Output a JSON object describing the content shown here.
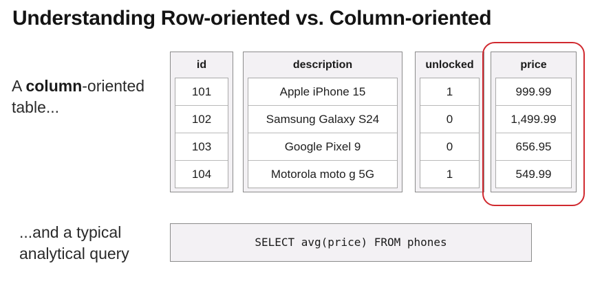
{
  "slide": {
    "title": "Understanding Row-oriented vs. Column-oriented",
    "lead": {
      "prefix": "A ",
      "bold": "column",
      "suffix": "-oriented",
      "line2": "table..."
    },
    "query_label": {
      "line1": "...and a typical",
      "line2": "analytical query"
    },
    "query": "SELECT avg(price) FROM phones",
    "highlight_color": "#d0282e",
    "highlighted_column": "price"
  },
  "table": {
    "columns": [
      {
        "header": "id",
        "values": [
          "101",
          "102",
          "103",
          "104"
        ]
      },
      {
        "header": "description",
        "values": [
          "Apple iPhone 15",
          "Samsung Galaxy S24",
          "Google Pixel 9",
          "Motorola moto g 5G"
        ]
      },
      {
        "header": "unlocked",
        "values": [
          "1",
          "0",
          "0",
          "1"
        ]
      },
      {
        "header": "price",
        "values": [
          "999.99",
          "1,499.99",
          "656.95",
          "549.99"
        ]
      }
    ]
  }
}
